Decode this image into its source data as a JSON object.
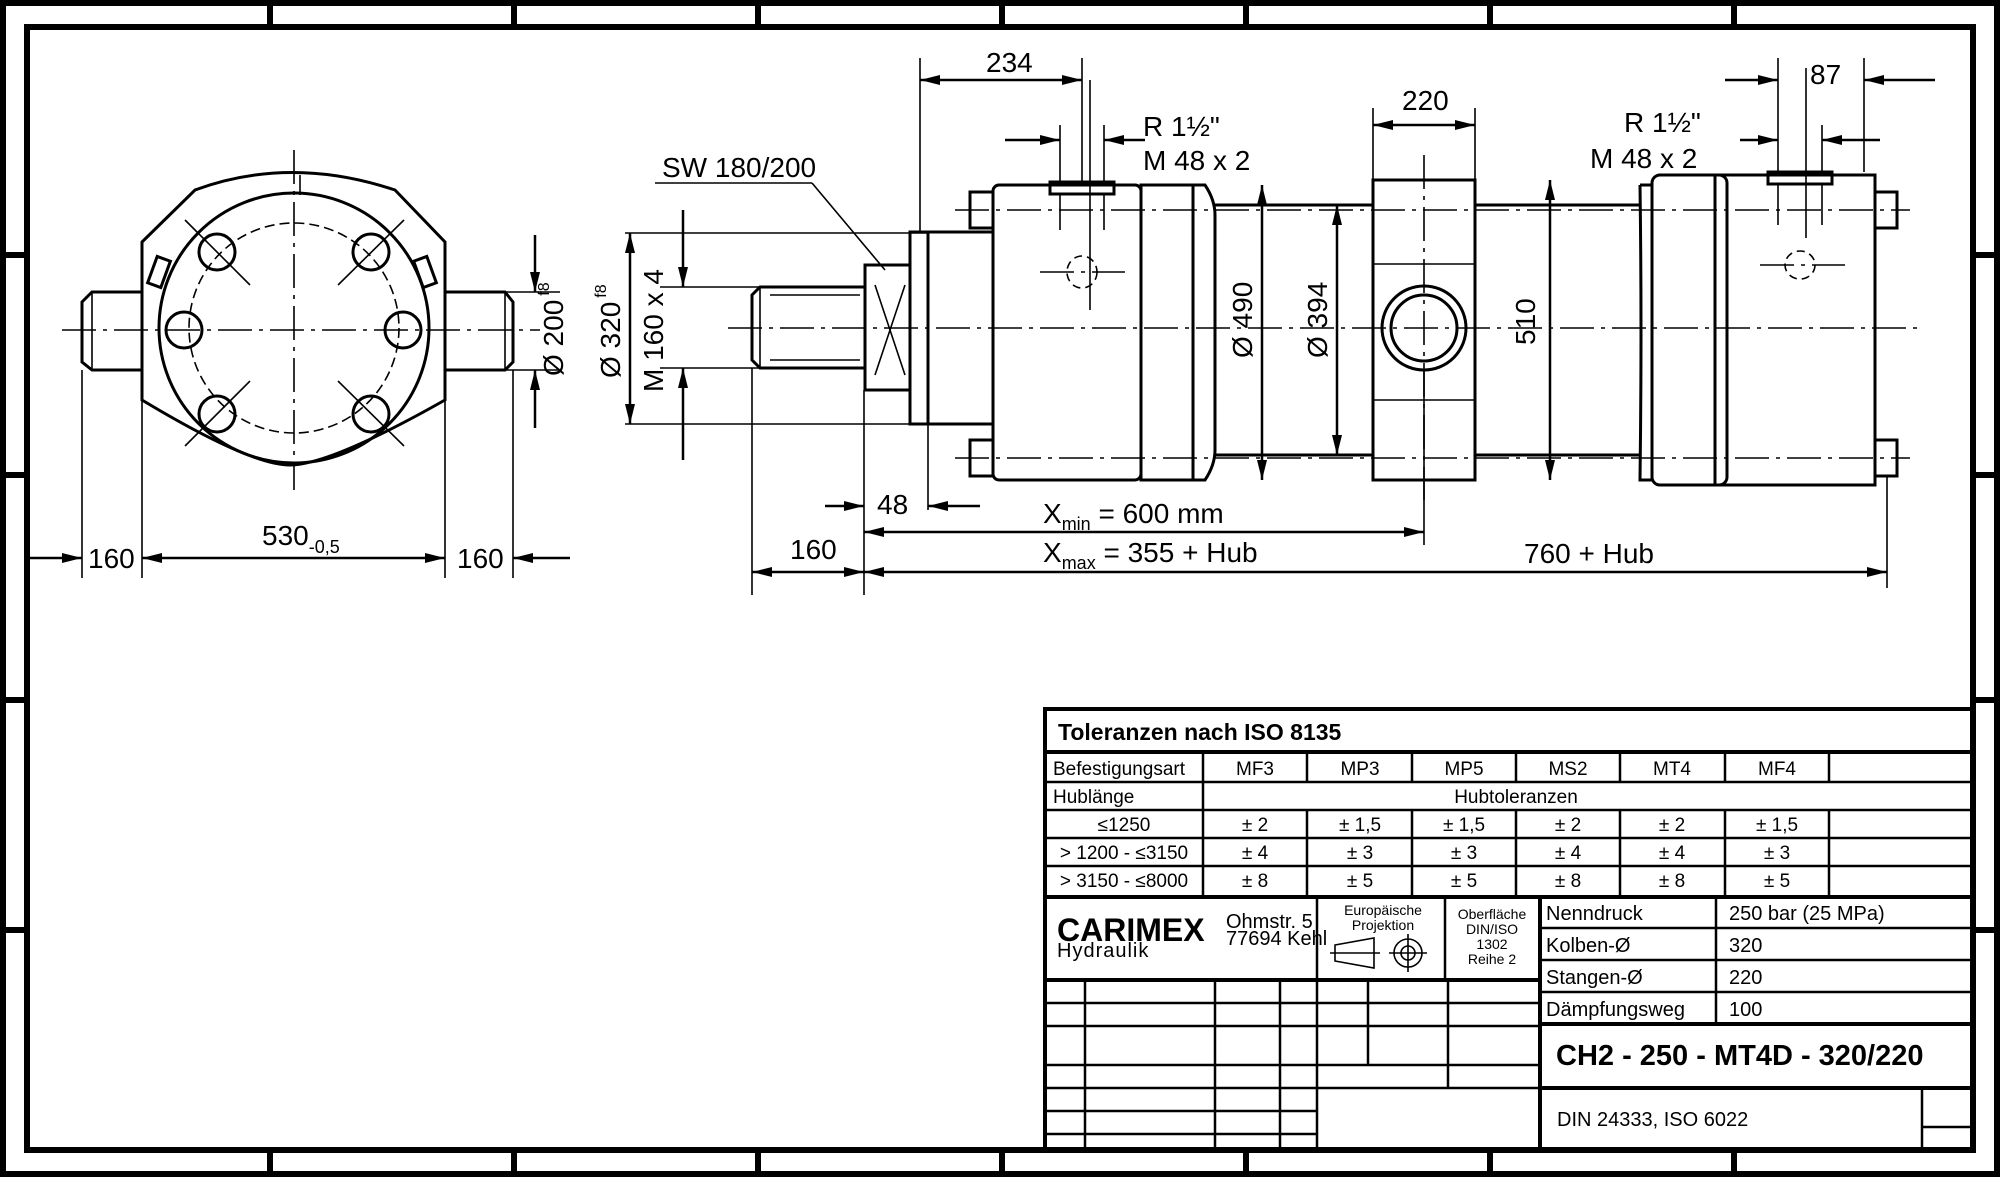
{
  "dimensions": {
    "flange_width": "530",
    "flange_tol": "-0,5",
    "side_left": "160",
    "side_right": "160",
    "dia_200": "Ø 200",
    "dia_200_fit": "f8",
    "dia_320": "Ø 320",
    "dia_320_fit": "f8",
    "thread_m160": "M 160 x 4",
    "sw": "SW 180/200",
    "d234": "234",
    "d220": "220",
    "d87": "87",
    "port_r_left": "R 1½\"",
    "port_m_left": "M 48 x 2",
    "port_r_right": "R 1½\"",
    "port_m_right": "M 48 x 2",
    "dia_490": "Ø 490",
    "dia_394": "Ø 394",
    "d510": "510",
    "d48": "48",
    "d160": "160",
    "xmin_sym": "X",
    "xmin_sub": "min",
    "xmin_val": " = 600 mm",
    "xmax_sym": "X",
    "xmax_sub": "max",
    "xmax_val": " = 355 + Hub",
    "stroke_760": "760 + Hub"
  },
  "tolerance_table": {
    "title": "Toleranzen nach ISO 8135",
    "mount_label": "Befestigungsart",
    "mount_types": [
      "MF3",
      "MP3",
      "MP5",
      "MS2",
      "MT4",
      "MF4"
    ],
    "stroke_label": "Hublänge",
    "stroke_tol_label": "Hubtoleranzen",
    "rows": [
      {
        "range": "≤1250",
        "values": [
          "± 2",
          "± 1,5",
          "± 1,5",
          "± 2",
          "± 2",
          "± 1,5"
        ]
      },
      {
        "range": "> 1200 - ≤3150",
        "values": [
          "± 4",
          "± 3",
          "± 3",
          "± 4",
          "± 4",
          "± 3"
        ]
      },
      {
        "range": "> 3150 - ≤8000",
        "values": [
          "± 8",
          "± 5",
          "± 5",
          "± 8",
          "± 8",
          "± 5"
        ]
      }
    ]
  },
  "title_block": {
    "company": "CARIMEX",
    "company_sub": "Hydraulik",
    "street": "Ohmstr. 5",
    "city": "77694 Kehl",
    "projection_1": "Europäische",
    "projection_2": "Projektion",
    "surface_1": "Oberfläche",
    "surface_2": "DIN/ISO",
    "surface_3": "1302",
    "surface_4": "Reihe 2",
    "specs": [
      {
        "label": "Nenndruck",
        "value": "250 bar (25 MPa)"
      },
      {
        "label": "Kolben-Ø",
        "value": "320"
      },
      {
        "label": "Stangen-Ø",
        "value": "220"
      },
      {
        "label": "Dämpfungsweg",
        "value": "100"
      }
    ],
    "part_number": "CH2 - 250 - MT4D - 320/220",
    "standards": "DIN 24333, ISO 6022"
  }
}
